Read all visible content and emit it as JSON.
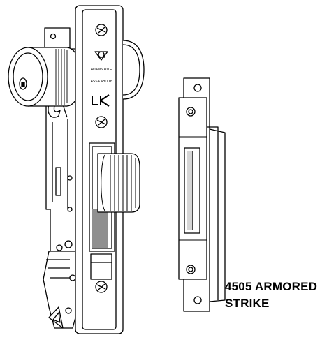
{
  "product": {
    "brand_mark": "ADAMS RITE",
    "maker": "ASSA ABLOY",
    "strike_caption_line1": "4505 ARMORED",
    "strike_caption_line2": "STRIKE"
  },
  "colors": {
    "line": "#000000",
    "fill": "#ffffff",
    "shade": "#8f8f8f",
    "light_shade": "#d6d6d6"
  }
}
